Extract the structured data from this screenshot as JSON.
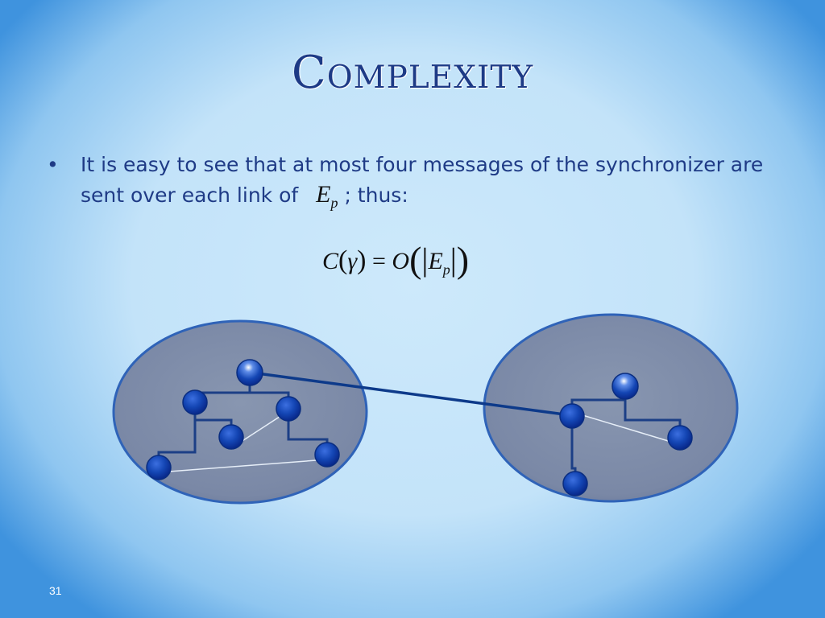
{
  "slide": {
    "title": "Complexity",
    "bullet": "•",
    "text_line1": "It is easy to see that at most four messages of the synchronizer are",
    "text_line2_pre": "sent over each link of",
    "text_line2_post": "; thus:",
    "inline_symbol": "E",
    "inline_subscript": "p",
    "formula": {
      "lhs": "C",
      "lparen": "(",
      "gamma": "γ",
      "rparen": ")",
      "equals": "=",
      "O": "O",
      "bigl": "(",
      "bar": "|",
      "E": "E",
      "sub": "p",
      "bar2": "|",
      "bigr": ")"
    },
    "page_number": "31"
  },
  "colors": {
    "title": "#1d3a86",
    "text": "#1f3b86",
    "cluster_fill": "#7e8ca8",
    "node": "#0f3fa8",
    "tree_edge": "#1c3f86",
    "cross_edge": "#e6eef8"
  }
}
